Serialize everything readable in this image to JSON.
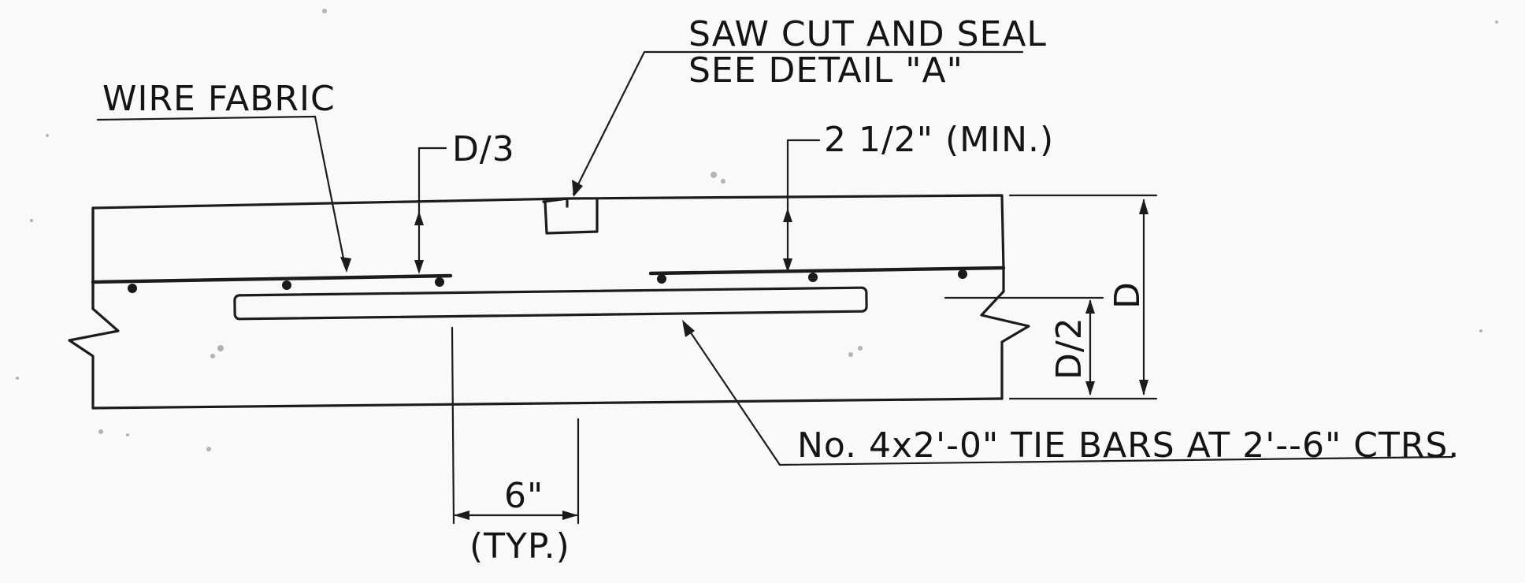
{
  "labels": {
    "saw_cut_line1": "SAW CUT AND SEAL",
    "saw_cut_line2": "SEE DETAIL \"A\"",
    "wire_fabric": "WIRE FABRIC",
    "d_third": "D/3",
    "min_cover": "2 1/2\" (MIN.)",
    "depth": "D",
    "half_depth": "D/2",
    "tie_bars": "No. 4x2'-0\" TIE BARS AT 2'--6\" CTRS.",
    "spacing": "6\"",
    "spacing_note": "(TYP.)"
  },
  "colors": {
    "ink": "#1c1c1c",
    "paper": "#f9f9f7"
  }
}
